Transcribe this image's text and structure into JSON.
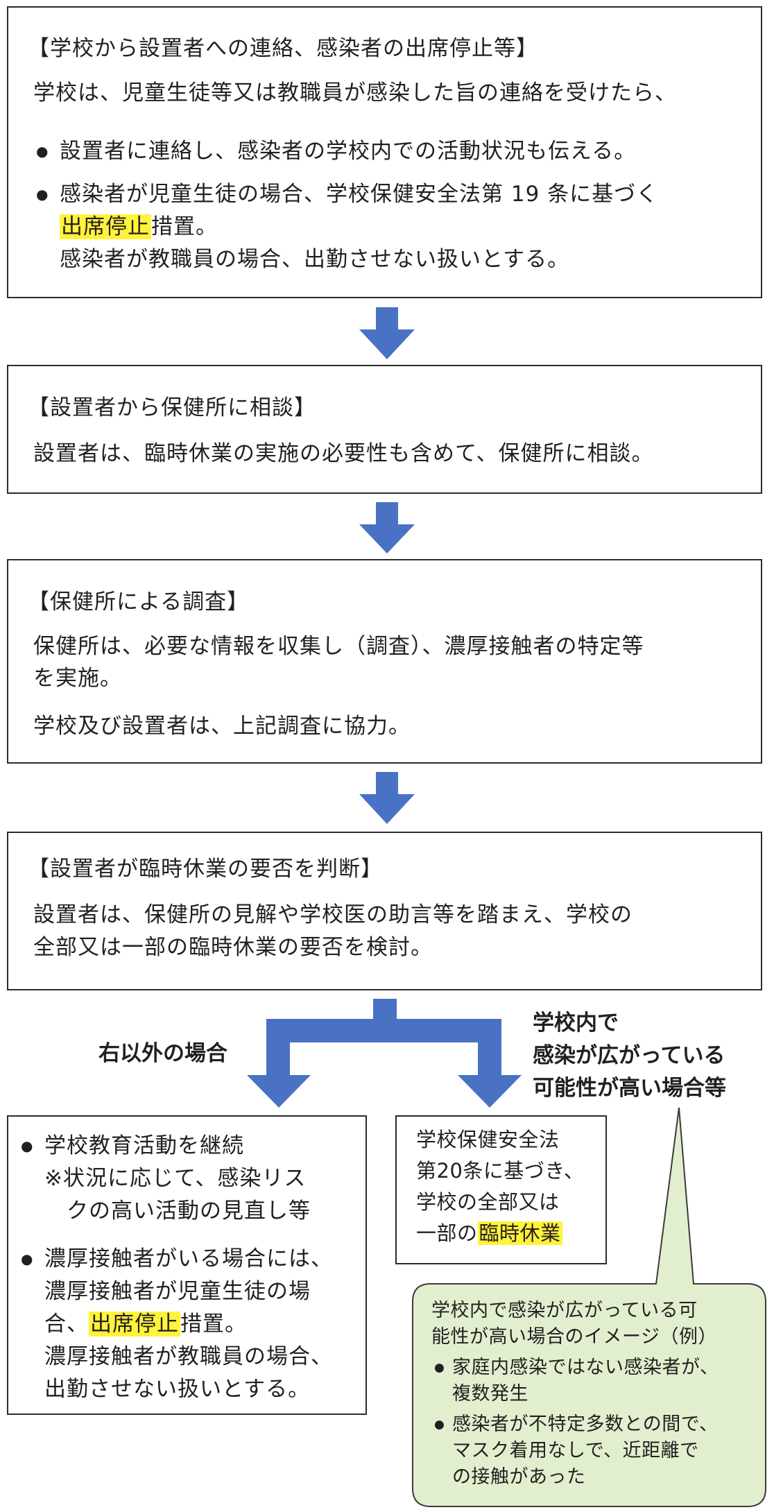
{
  "box1": {
    "heading": "【学校から設置者への連絡、感染者の出席停止等】",
    "intro": "学校は、児童生徒等又は教職員が感染した旨の連絡を受けたら、",
    "b1": "設置者に連絡し、感染者の学校内での活動状況も伝える。",
    "b2_l1": "感染者が児童生徒の場合、学校保健安全法第 19 条に基づく",
    "b2_l2_hl": "出席停止",
    "b2_l2_rest": "措置。",
    "b2_l3": "感染者が教職員の場合、出勤させない扱いとする。"
  },
  "box2": {
    "heading": "【設置者から保健所に相談】",
    "body": "設置者は、臨時休業の実施の必要性も含めて、保健所に相談。"
  },
  "box3": {
    "heading": "【保健所による調査】",
    "l1": "保健所は、必要な情報を収集し（調査）、濃厚接触者の特定等",
    "l2": "を実施。",
    "l3": "学校及び設置者は、上記調査に協力。"
  },
  "box4": {
    "heading": "【設置者が臨時休業の要否を判断】",
    "l1": "設置者は、保健所の見解や学校医の助言等を踏まえ、学校の",
    "l2": "全部又は一部の臨時休業の要否を検討。"
  },
  "branch": {
    "left_label": "右以外の場合",
    "right_l1": "学校内で",
    "right_l2": "感染が広がっている",
    "right_l3": "可能性が高い場合等"
  },
  "box5": {
    "b1_l1": "学校教育活動を継続",
    "b1_l2": "※状況に応じて、感染リス",
    "b1_l3": "クの高い活動の見直し等",
    "b2_l1": "濃厚接触者がいる場合には、",
    "b2_l2": "濃厚接触者が児童生徒の場",
    "b2_l3_pre": "合、",
    "b2_l3_hl": "出席停止",
    "b2_l3_post": "措置。",
    "b2_l4": "濃厚接触者が教職員の場合、",
    "b2_l5": "出勤させない扱いとする。"
  },
  "box6": {
    "l1": "学校保健安全法",
    "l2": "第20条に基づき、",
    "l3": "学校の全部又は",
    "l4_pre": "一部の",
    "l4_hl": "臨時休業"
  },
  "callout": {
    "l1": "学校内で感染が広がっている可",
    "l2": "能性が高い場合のイメージ（例）",
    "b1_l1": "家庭内感染ではない感染者が、",
    "b1_l2": "複数発生",
    "b2_l1": "感染者が不特定多数との間で、",
    "b2_l2": "マスク着用なしで、近距離で",
    "b2_l3": "の接触があった"
  },
  "colors": {
    "arrow": "#4a72c4",
    "highlight": "#fff33a",
    "callout_fill": "#e1efce",
    "callout_border": "#3a3a3a"
  }
}
